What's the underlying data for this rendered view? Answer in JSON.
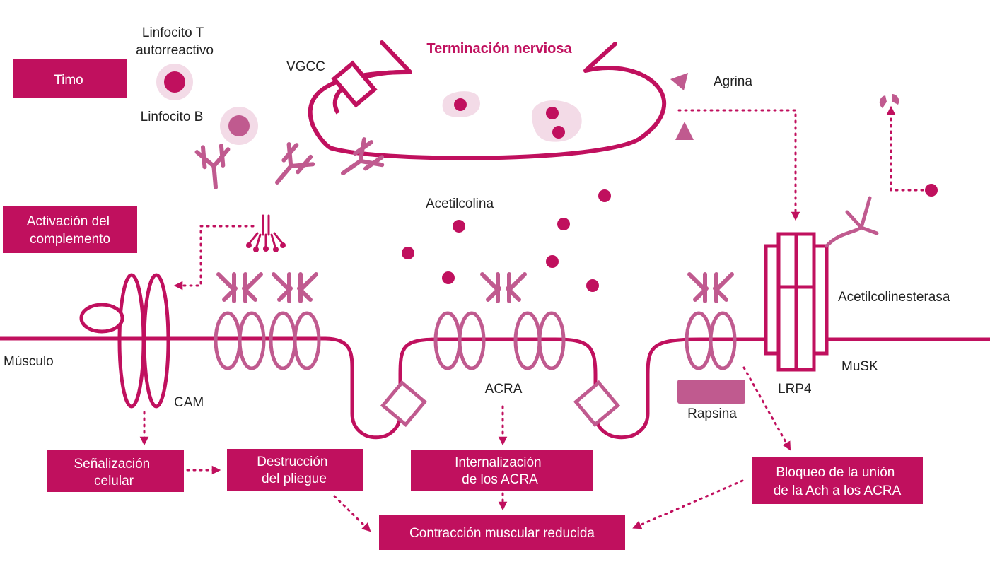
{
  "colors": {
    "primary": "#c0105e",
    "secondary": "#c05a8f",
    "light": "#f3dbe7",
    "text": "#222222"
  },
  "nerve": {
    "title": "Terminación nerviosa",
    "vgcc": "VGCC",
    "agrina": "Agrina"
  },
  "immune": {
    "timo": "Timo",
    "linfocito_t": [
      "Linfocito T",
      "autorreactivo"
    ],
    "linfocito_b": "Linfocito B",
    "complemento": [
      "Activación del",
      "complemento"
    ]
  },
  "labels": {
    "acetilcolina": "Acetilcolina",
    "acetilcolinesterasa": "Acetilcolinesterasa",
    "musculo": "Músculo",
    "cam": "CAM",
    "acra": "ACRA",
    "rapsina": "Rapsina",
    "musk": "MuSK",
    "lrp4": "LRP4"
  },
  "effects": {
    "senalizacion": [
      "Señalización",
      "celular"
    ],
    "destruccion": [
      "Destrucción",
      "del pliegue"
    ],
    "internalizacion": [
      "Internalización",
      "de los ACRA"
    ],
    "bloqueo": [
      "Bloqueo de la unión",
      "de la Ach a los ACRA"
    ],
    "contraccion": "Contracción muscular reducida"
  }
}
